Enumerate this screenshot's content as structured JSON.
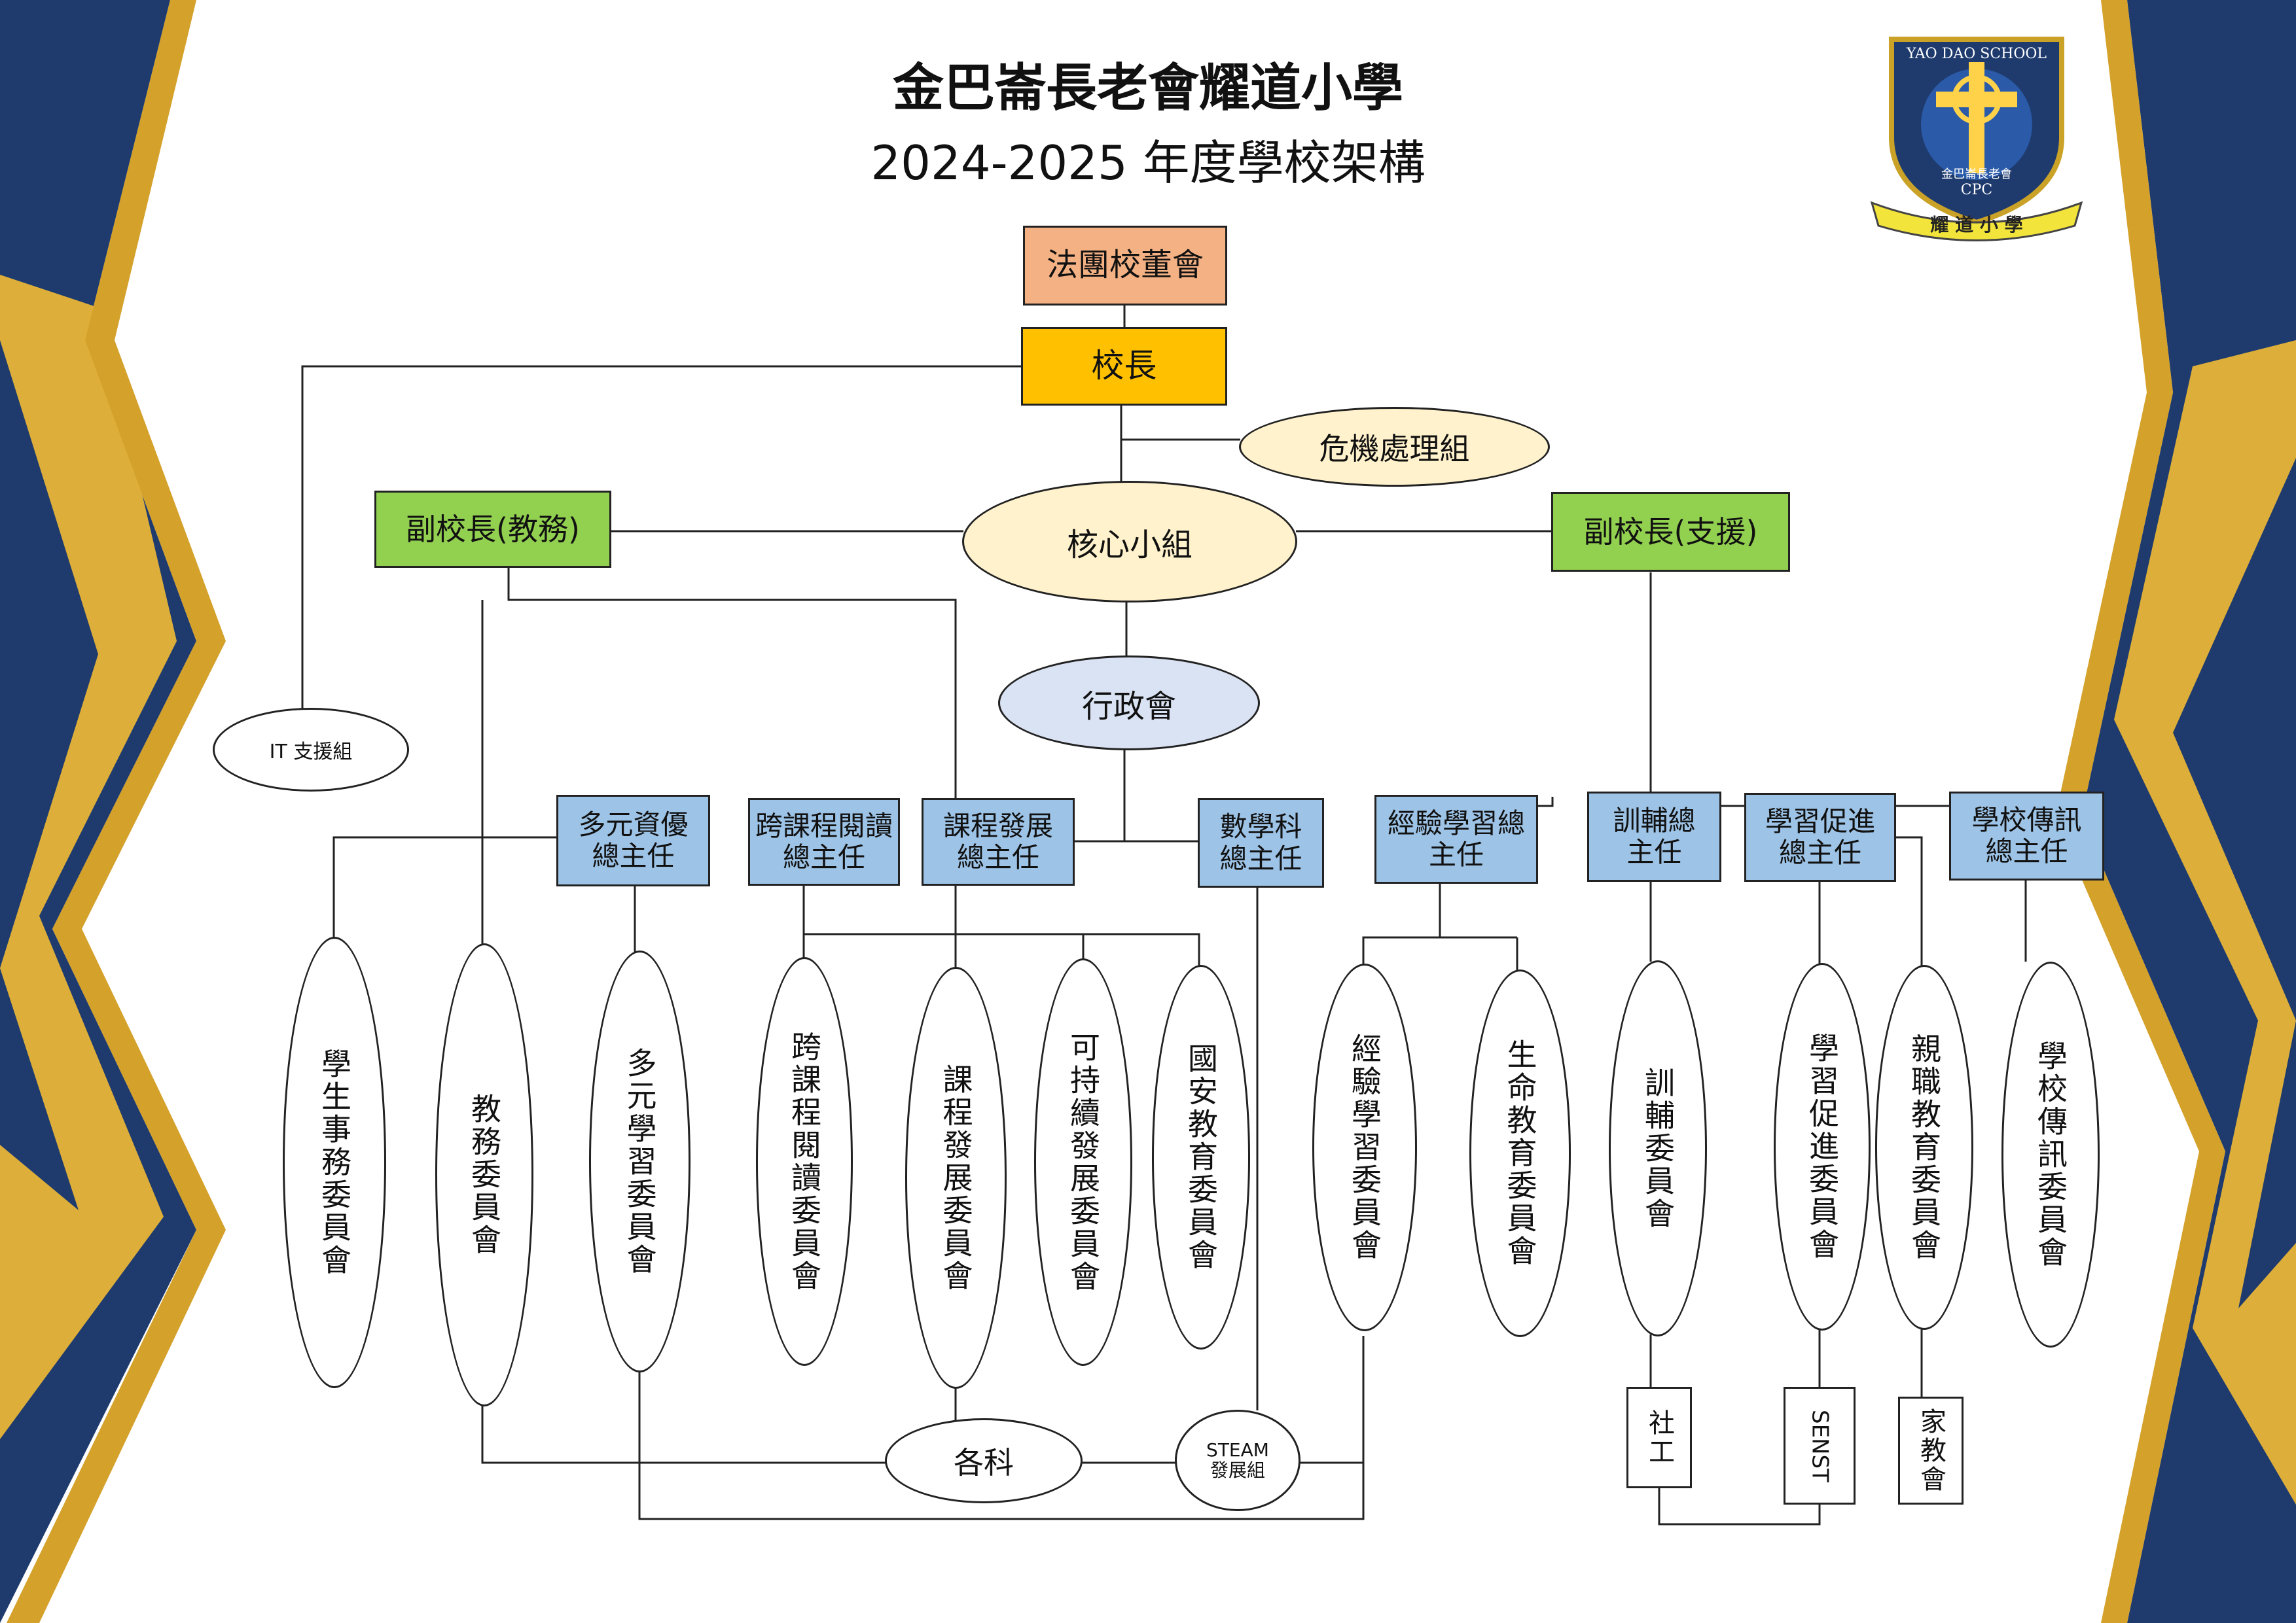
{
  "colors": {
    "board": "#f4b183",
    "principal": "#ffc000",
    "vice": "#92d050",
    "core": "#fff2cc",
    "admin": "#dae3f3",
    "head": "#9dc3e6",
    "navy": "#1f3b6e",
    "gold": "#e8b537"
  },
  "header": {
    "school_name": "金巴崙長老會耀道小學",
    "subtitle": "2024-2025 年度學校架構"
  },
  "logo": {
    "arc_text": "YAO DAO SCHOOL",
    "inner_text": "金巴崙長老會",
    "cpc": "CPC",
    "ribbon": "耀 道 小 學",
    "icon": "cross-shield-icon"
  },
  "nodes": {
    "board": "法團校董會",
    "principal": "校長",
    "crisis": "危機處理組",
    "core": "核心小組",
    "vp_academic": "副校長(教務)",
    "vp_support": "副校長(支援)",
    "admin": "行政會",
    "it": "IT 支援組"
  },
  "heads": {
    "gifted": "多元資優總主任",
    "cross_reading": "跨課程閱讀總主任",
    "curriculum": "課程發展總主任",
    "math": "數學科總主任",
    "experiential": "經驗學習總主任",
    "guidance": "訓輔總主任",
    "learning_support": "學習促進總主任",
    "communication": "學校傳訊總主任"
  },
  "committees": {
    "student_affairs": "學生事務委員會",
    "academic": "教務委員會",
    "diverse_learning": "多元學習委員會",
    "cross_reading": "跨課程閱讀委員會",
    "curriculum_dev": "課程發展委員會",
    "sustainability": "可持續發展委員會",
    "national_security": "國安教育委員會",
    "experiential": "經驗學習委員會",
    "life_education": "生命教育委員會",
    "guidance": "訓輔委員會",
    "learning_support": "學習促進委員會",
    "parent_education": "親職教育委員會",
    "communication": "學校傳訊委員會"
  },
  "bottom": {
    "subjects": "各科",
    "steam_line1": "STEAM",
    "steam_line2": "發展組",
    "social_worker": "社工",
    "senst": "SENST",
    "pta": "家教會"
  }
}
